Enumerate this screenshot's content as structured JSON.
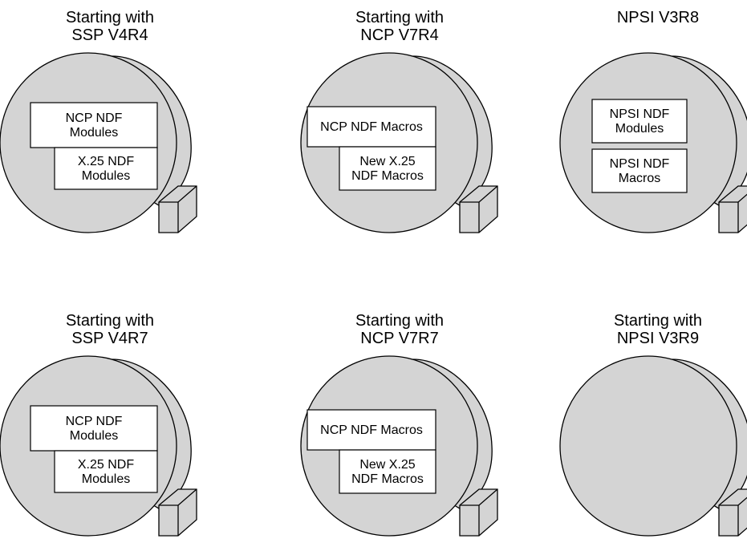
{
  "colors": {
    "tape_fill": "#d4d4d4",
    "label_fill": "#ffffff",
    "outline": "#000000"
  },
  "reels": [
    {
      "title": [
        "Starting with",
        "SSP V4R4"
      ],
      "boxes": [
        {
          "lines": [
            "NCP NDF",
            "Modules"
          ]
        },
        {
          "lines": [
            "X.25 NDF",
            "Modules"
          ]
        }
      ]
    },
    {
      "title": [
        "Starting with",
        "NCP V7R4"
      ],
      "boxes": [
        {
          "lines": [
            "NCP NDF Macros"
          ]
        },
        {
          "lines": [
            "New X.25",
            "NDF Macros"
          ]
        }
      ]
    },
    {
      "title": [
        "NPSI V3R8"
      ],
      "boxes": [
        {
          "lines": [
            "NPSI NDF",
            "Modules"
          ]
        },
        {
          "lines": [
            "NPSI NDF",
            "Macros"
          ]
        }
      ]
    },
    {
      "title": [
        "Starting with",
        "SSP V4R7"
      ],
      "boxes": [
        {
          "lines": [
            "NCP NDF",
            "Modules"
          ]
        },
        {
          "lines": [
            "X.25 NDF",
            "Modules"
          ]
        }
      ]
    },
    {
      "title": [
        "Starting with",
        "NCP V7R7"
      ],
      "boxes": [
        {
          "lines": [
            "NCP NDF Macros"
          ]
        },
        {
          "lines": [
            "New X.25",
            "NDF Macros"
          ]
        }
      ]
    },
    {
      "title": [
        "Starting with",
        "NPSI V3R9"
      ],
      "boxes": []
    }
  ]
}
